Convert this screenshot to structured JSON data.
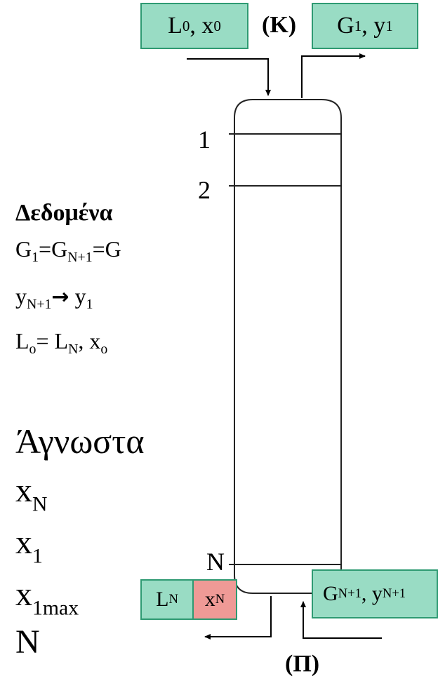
{
  "top": {
    "feed_box": {
      "a": "L",
      "a_sub": "0",
      "b": ", x",
      "b_sub": "0"
    },
    "condenser_label": "(K)",
    "vapor_box": {
      "a": "G",
      "a_sub": "1",
      "b": ", y",
      "b_sub": "1"
    }
  },
  "trays": {
    "t1": "1",
    "t2": "2",
    "tN": "N"
  },
  "bottom": {
    "liquid_box": {
      "a": "L",
      "a_sub": "N"
    },
    "xn_box": {
      "a": "x",
      "a_sub": "N"
    },
    "vapor_in_box": {
      "a": "G",
      "a_sub": "N+1",
      "b": ", y",
      "b_sub": "N+1"
    },
    "bottom_label": "(Π)"
  },
  "given": {
    "title": "Δεδομένα",
    "line1": {
      "a": "G",
      "a_sub": "1",
      "b": "=G",
      "b_sub": "N+1",
      "c": "=G"
    },
    "line2": {
      "a": "y",
      "a_sub": "N+1",
      "arrow": "→",
      "b": " y",
      "b_sub": "1"
    },
    "line3": {
      "a": "L",
      "a_sub": "o",
      "b": "= L",
      "b_sub": "N",
      "c": ", x",
      "c_sub": "o"
    }
  },
  "unknowns": {
    "title": "Άγνωστα",
    "items": [
      {
        "a": "x",
        "sub": "N"
      },
      {
        "a": "x",
        "sub": "1"
      },
      {
        "a": "x",
        "sub": "1max"
      },
      {
        "a": "N",
        "sub": ""
      }
    ]
  },
  "colors": {
    "box_green": "#99dcc4",
    "box_border": "#2e9a72",
    "box_red": "#ef9a96"
  }
}
